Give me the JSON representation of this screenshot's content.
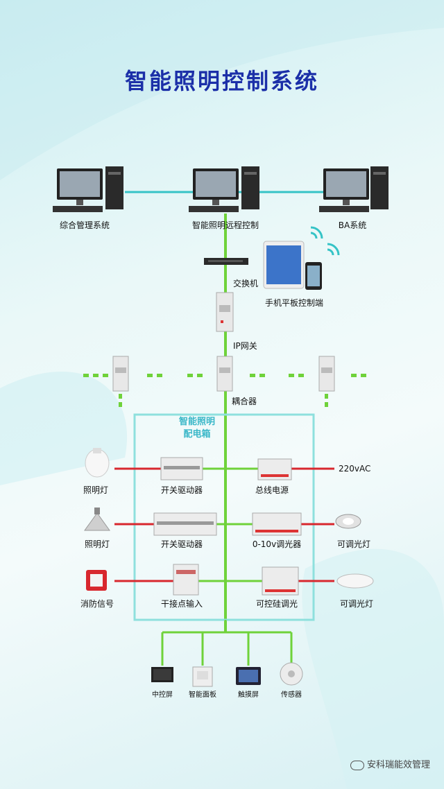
{
  "title": "智能照明控制系统",
  "top_nodes": [
    "综合管理系统",
    "智能照明远程控制",
    "BA系统"
  ],
  "switch_label": "交换机",
  "mobile_label": "手机平板控制端",
  "gateway_label": "IP网关",
  "coupler_label": "耦合器",
  "cabinet_title": [
    "智能照明",
    "配电箱"
  ],
  "rows": [
    {
      "left": "照明灯",
      "mid_left": "开关驱动器",
      "mid_right": "总线电源",
      "right": "220vAC"
    },
    {
      "left": "照明灯",
      "mid_left": "开关驱动器",
      "mid_right": "0-10v调光器",
      "right": "可调光灯"
    },
    {
      "left": "消防信号",
      "mid_left": "干接点输入",
      "mid_right": "可控硅调光",
      "right": "可调光灯"
    }
  ],
  "bottom_devices": [
    "中控屏",
    "智能面板",
    "触摸屏",
    "传感器"
  ],
  "watermark": "安科瑞能效管理",
  "colors": {
    "title": "#1b2fa8",
    "bus": "#6fd23a",
    "power": "#d8272e",
    "network": "#35c3c6",
    "cabinet": "#8ee0dd"
  }
}
